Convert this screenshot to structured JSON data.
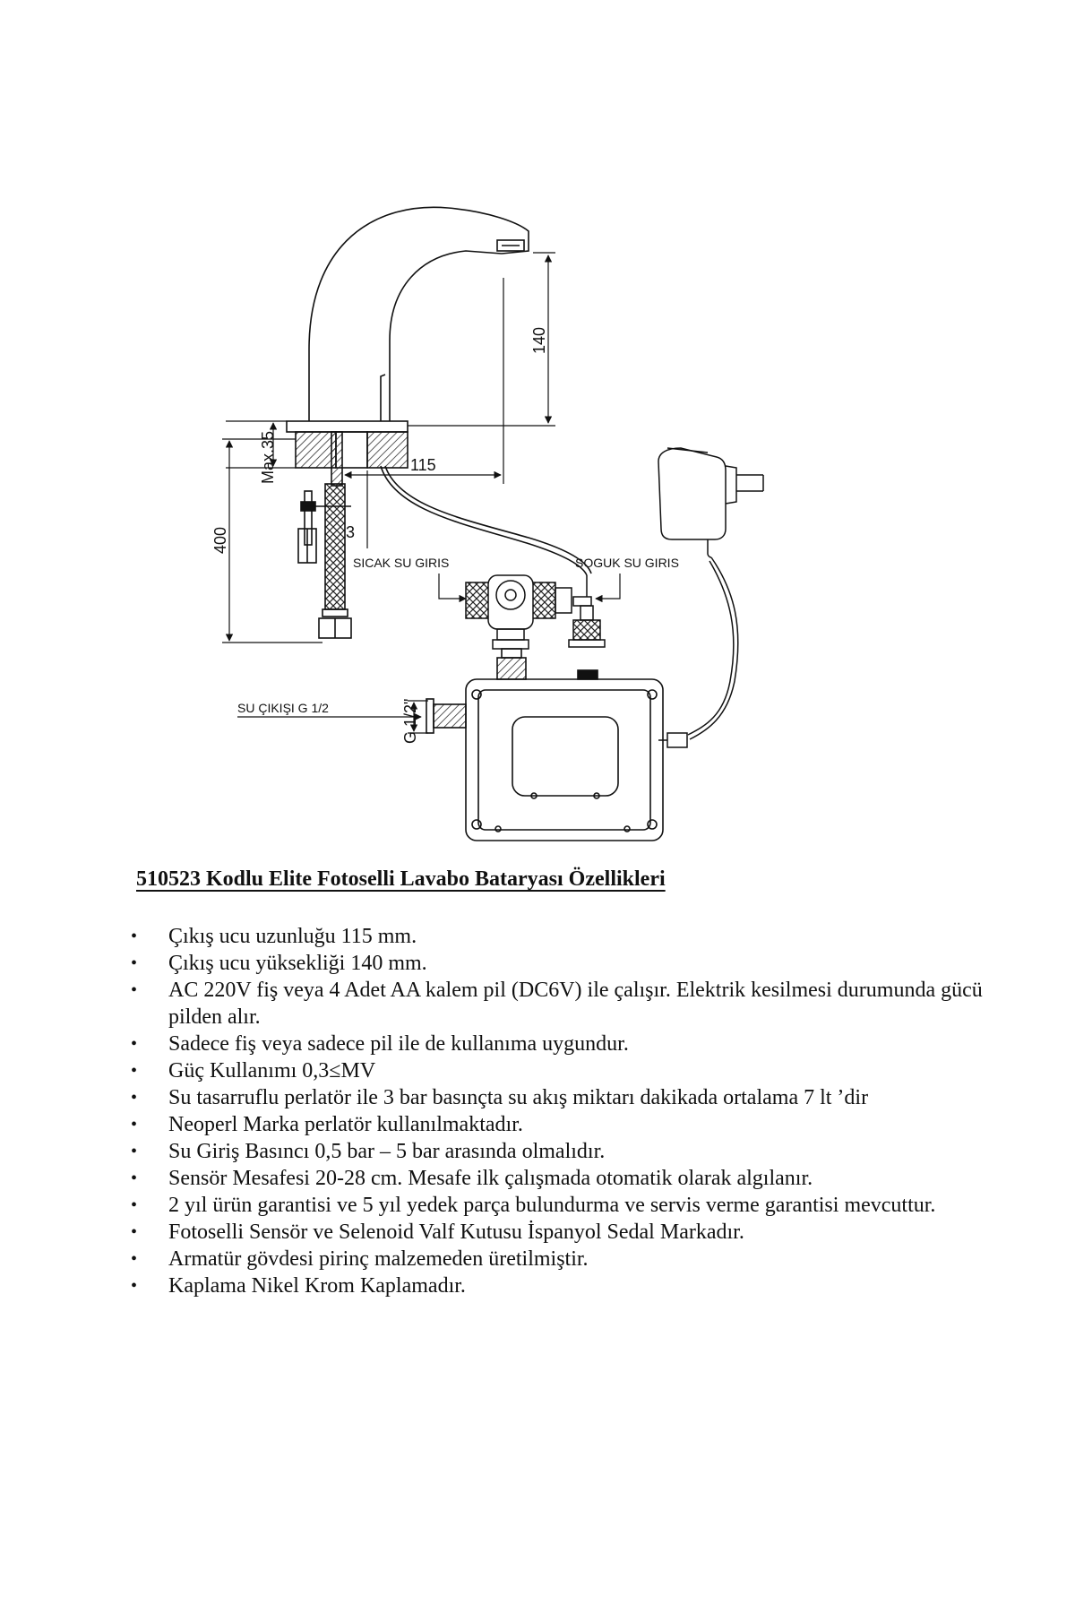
{
  "drawing": {
    "dim_140": "140",
    "dim_115": "115",
    "dim_max35": "Max.35",
    "dim_400": "400",
    "dim_3": "3",
    "label_hot": "SICAK SU GIRIS",
    "label_cold": "SOGUK SU GIRIS",
    "label_outlet": "SU ÇIKIŞI G 1/2",
    "dim_g12": "G 1/2\""
  },
  "spec": {
    "title": "510523 Kodlu Elite Fotoselli Lavabo Bataryası Özellikleri",
    "bullet": "•",
    "items": [
      "Çıkış ucu uzunluğu 115 mm.",
      "Çıkış ucu yüksekliği 140 mm.",
      "AC 220V fiş veya 4 Adet AA kalem pil (DC6V) ile çalışır. Elektrik kesilmesi durumunda gücü pilden alır.",
      "Sadece fiş veya sadece pil ile de kullanıma uygundur.",
      "Güç Kullanımı 0,3≤MV",
      "Su tasarruflu perlatör ile 3 bar basınçta su akış miktarı dakikada ortalama 7 lt ’dir",
      "Neoperl Marka perlatör kullanılmaktadır.",
      "Su Giriş Basıncı 0,5 bar – 5 bar arasında olmalıdır.",
      "Sensör Mesafesi 20-28 cm. Mesafe ilk çalışmada otomatik olarak algılanır.",
      "2 yıl ürün garantisi ve 5 yıl yedek parça bulundurma ve servis verme garantisi mevcuttur.",
      "Fotoselli Sensör ve Selenoid Valf Kutusu İspanyol Sedal Markadır.",
      "Armatür gövdesi pirinç malzemeden üretilmiştir.",
      "Kaplama Nikel Krom Kaplamadır."
    ]
  }
}
